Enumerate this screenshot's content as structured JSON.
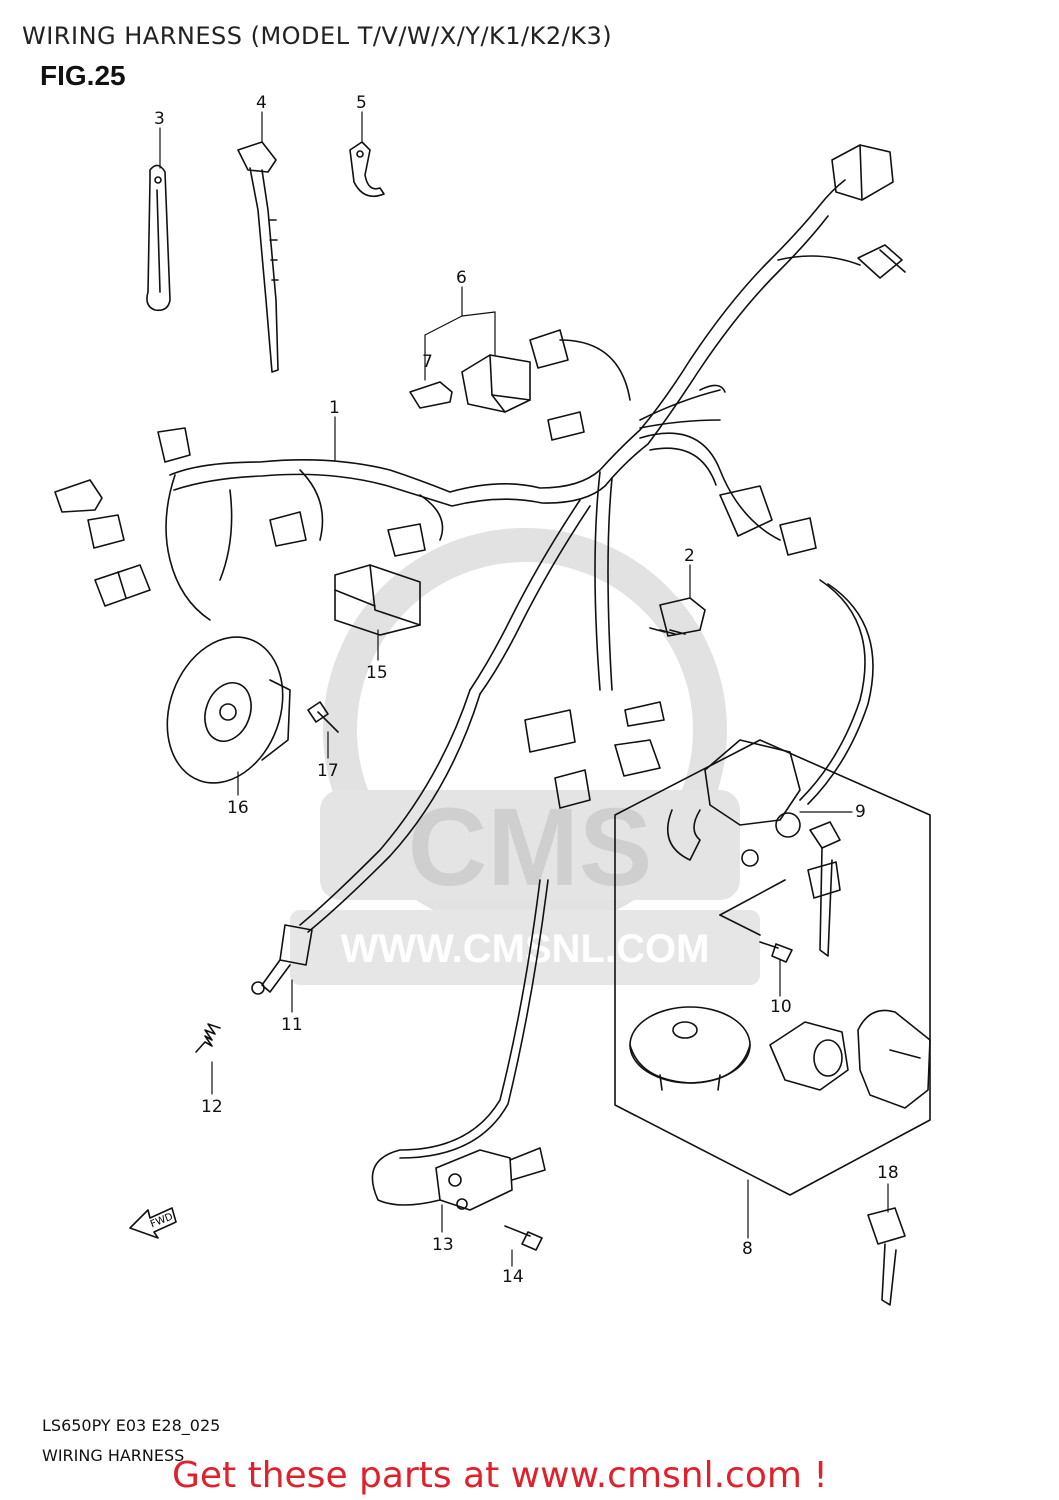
{
  "header": {
    "title": "WIRING HARNESS (MODEL T/V/W/X/Y/K1/K2/K3)",
    "fig": "FIG.25"
  },
  "footer": {
    "code": "LS650PY E03 E28_025",
    "subtitle": "WIRING HARNESS",
    "promo": "Get these parts at www.cmsnl.com !"
  },
  "watermark": {
    "brand": "CMS",
    "url": "WWW.CMSNL.COM"
  },
  "fwd_label": "FWD",
  "callouts": {
    "c1": "1",
    "c2": "2",
    "c3": "3",
    "c4": "4",
    "c5": "5",
    "c6": "6",
    "c7": "7",
    "c8": "8",
    "c9": "9",
    "c10": "10",
    "c11": "11",
    "c12": "12",
    "c13": "13",
    "c14": "14",
    "c15": "15",
    "c16": "16",
    "c17": "17",
    "c18": "18"
  },
  "colors": {
    "promo": "#e0202b",
    "line": "#111111",
    "watermark": "#d9d9d9"
  }
}
